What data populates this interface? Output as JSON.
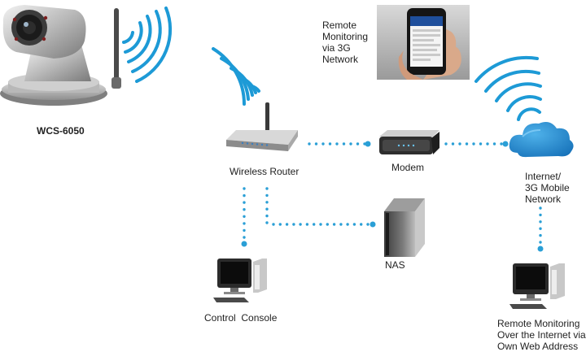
{
  "colors": {
    "link": "#2a9fd6",
    "waves": "#1d9ad6",
    "cloud": "#1e88d0",
    "text": "#222222"
  },
  "devices": {
    "camera": {
      "label": "WCS-6050",
      "icon": "ip-camera-icon"
    },
    "router": {
      "label": "Wireless Router",
      "icon": "wireless-router-icon"
    },
    "modem": {
      "label": "Modem",
      "icon": "modem-icon"
    },
    "cloud": {
      "label_lines": [
        "Internet/",
        "3G Mobile",
        "Network"
      ],
      "icon": "cloud-icon"
    },
    "nas": {
      "label": "NAS",
      "icon": "nas-drive-icon"
    },
    "console": {
      "label": "Control  Console",
      "icon": "desktop-computer-icon"
    },
    "remote_pc": {
      "label_lines": [
        "Remote Monitoring",
        "Over the Internet via",
        "Own Web Address"
      ],
      "icon": "desktop-computer-icon"
    },
    "phone": {
      "label_lines": [
        "Remote",
        "Monitoring",
        "via 3G",
        "Network"
      ],
      "icon": "smartphone-icon"
    }
  }
}
